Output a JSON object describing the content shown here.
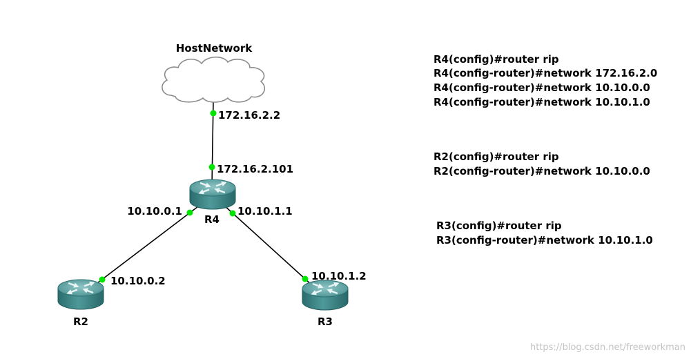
{
  "topology": {
    "cloud": {
      "label": "HostNetwork",
      "icon": "cloud-icon"
    },
    "routers": {
      "r4": {
        "label": "R4",
        "icon": "router-icon"
      },
      "r2": {
        "label": "R2",
        "icon": "router-icon"
      },
      "r3": {
        "label": "R3",
        "icon": "router-icon"
      }
    },
    "links": {
      "host_r4": {
        "host_ip": "172.16.2.2",
        "r4_ip": "172.16.2.101"
      },
      "r4_r2": {
        "r4_ip": "10.10.0.1",
        "r2_ip": "10.10.0.2"
      },
      "r4_r3": {
        "r4_ip": "10.10.1.1",
        "r3_ip": "10.10.1.2"
      }
    }
  },
  "config": {
    "r4": [
      "R4(config)#router rip",
      "R4(config-router)#network 172.16.2.0",
      "R4(config-router)#network 10.10.0.0",
      "R4(config-router)#network 10.10.1.0"
    ],
    "r2": [
      "R2(config)#router rip",
      "R2(config-router)#network 10.10.0.0"
    ],
    "r3": [
      "R3(config)#router rip",
      "R3(config-router)#network 10.10.1.0"
    ]
  },
  "watermark": "https://blog.csdn.net/freeworkman",
  "colors": {
    "port_dot": "#00e600",
    "link": "#000000"
  }
}
